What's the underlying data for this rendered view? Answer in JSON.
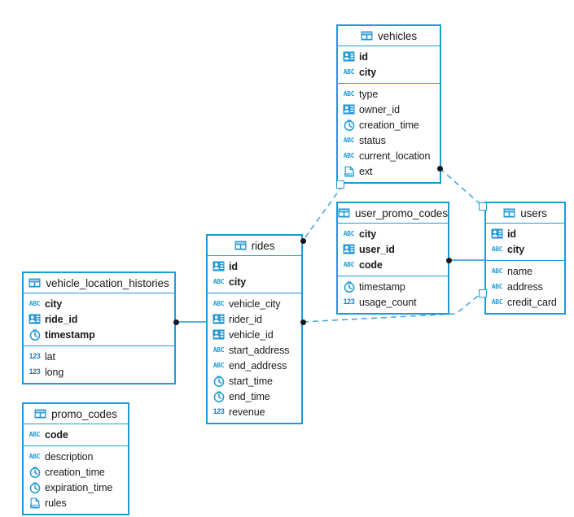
{
  "diagram": {
    "title": "database-er-diagram",
    "accent_color": "#1f9ad6",
    "marker_color": "#15171a",
    "background": "#ffffff"
  },
  "icon_labels": {
    "table": "table-icon",
    "uuid": "id-card-icon",
    "string": "abc-icon",
    "timestamp": "clock-icon",
    "number": "123-icon",
    "json": "json-file-icon"
  },
  "icon_text": {
    "string": "ABC",
    "number": "123",
    "json": "JSON"
  },
  "entities": [
    {
      "name": "vehicles",
      "keys": [
        {
          "name": "id",
          "type": "uuid"
        },
        {
          "name": "city",
          "type": "string"
        }
      ],
      "fields": [
        {
          "name": "type",
          "type": "string"
        },
        {
          "name": "owner_id",
          "type": "uuid"
        },
        {
          "name": "creation_time",
          "type": "timestamp"
        },
        {
          "name": "status",
          "type": "string"
        },
        {
          "name": "current_location",
          "type": "string"
        },
        {
          "name": "ext",
          "type": "json"
        }
      ]
    },
    {
      "name": "user_promo_codes",
      "keys": [
        {
          "name": "city",
          "type": "string"
        },
        {
          "name": "user_id",
          "type": "uuid"
        },
        {
          "name": "code",
          "type": "string"
        }
      ],
      "fields": [
        {
          "name": "timestamp",
          "type": "timestamp"
        },
        {
          "name": "usage_count",
          "type": "number"
        }
      ]
    },
    {
      "name": "users",
      "keys": [
        {
          "name": "id",
          "type": "uuid"
        },
        {
          "name": "city",
          "type": "string"
        }
      ],
      "fields": [
        {
          "name": "name",
          "type": "string"
        },
        {
          "name": "address",
          "type": "string"
        },
        {
          "name": "credit_card",
          "type": "string"
        }
      ]
    },
    {
      "name": "rides",
      "keys": [
        {
          "name": "id",
          "type": "uuid"
        },
        {
          "name": "city",
          "type": "string"
        }
      ],
      "fields": [
        {
          "name": "vehicle_city",
          "type": "string"
        },
        {
          "name": "rider_id",
          "type": "uuid"
        },
        {
          "name": "vehicle_id",
          "type": "uuid"
        },
        {
          "name": "start_address",
          "type": "string"
        },
        {
          "name": "end_address",
          "type": "string"
        },
        {
          "name": "start_time",
          "type": "timestamp"
        },
        {
          "name": "end_time",
          "type": "timestamp"
        },
        {
          "name": "revenue",
          "type": "number"
        }
      ]
    },
    {
      "name": "vehicle_location_histories",
      "keys": [
        {
          "name": "city",
          "type": "string"
        },
        {
          "name": "ride_id",
          "type": "uuid"
        },
        {
          "name": "timestamp",
          "type": "timestamp"
        }
      ],
      "fields": [
        {
          "name": "lat",
          "type": "number"
        },
        {
          "name": "long",
          "type": "number"
        }
      ]
    },
    {
      "name": "promo_codes",
      "keys": [
        {
          "name": "code",
          "type": "string"
        }
      ],
      "fields": [
        {
          "name": "description",
          "type": "string"
        },
        {
          "name": "creation_time",
          "type": "timestamp"
        },
        {
          "name": "expiration_time",
          "type": "timestamp"
        },
        {
          "name": "rules",
          "type": "json"
        }
      ]
    }
  ],
  "relationships": [
    {
      "from": "vehicles",
      "to": "users",
      "style": "dashed"
    },
    {
      "from": "vehicles",
      "to": "rides",
      "style": "dashed"
    },
    {
      "from": "rides",
      "to": "users",
      "style": "dashed"
    },
    {
      "from": "users",
      "to": "user_promo_codes",
      "style": "solid"
    },
    {
      "from": "rides",
      "to": "vehicle_location_histories",
      "style": "solid"
    }
  ]
}
